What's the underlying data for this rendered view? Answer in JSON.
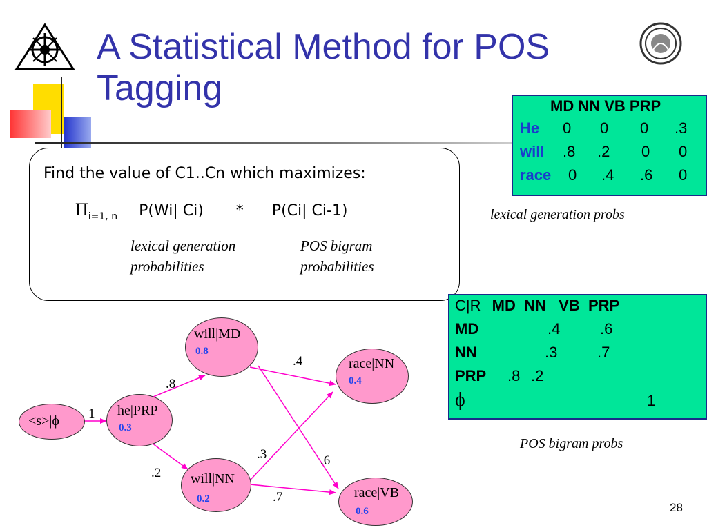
{
  "slide": {
    "title_line1": "A Statistical Method for POS",
    "title_line2": "Tagging",
    "page_number": "28"
  },
  "formula": {
    "intro": "Find the value of C1..Cn which maximizes:",
    "pi_symbol": "Π",
    "subscript": "i=1, n",
    "term1": "P(Wi| Ci)",
    "times": "*",
    "term2": "P(Ci| Ci-1)",
    "note1_line1": "lexical generation",
    "note1_line2": "probabilities",
    "note2_line1": "POS bigram",
    "note2_line2": "probabilities"
  },
  "lexical_table": {
    "header": "MD NN VB PRP",
    "rows": [
      {
        "word": "He",
        "values": [
          "0",
          "0",
          "0",
          ".3"
        ]
      },
      {
        "word": "will",
        "values": [
          ".8",
          ".2",
          "0",
          "0"
        ]
      },
      {
        "word": "race",
        "values": [
          "0",
          ".4",
          ".6",
          "0"
        ]
      }
    ],
    "caption": "lexical generation probs"
  },
  "bigram_table": {
    "corner": "C|R",
    "header": "MD  NN   VB  PRP",
    "rows": [
      {
        "tag": "MD",
        "values": [
          ".4",
          ".6"
        ]
      },
      {
        "tag": "NN",
        "values": [
          ".3",
          ".7"
        ]
      },
      {
        "tag": "PRP",
        "values": [
          ".8",
          ".2"
        ]
      },
      {
        "tag": "ϕ",
        "values": [
          "1"
        ]
      }
    ],
    "caption": "POS bigram probs"
  },
  "graph": {
    "nodes": [
      {
        "label": "<s>|ϕ",
        "prob": ""
      },
      {
        "label": "he|PRP",
        "prob": "0.3"
      },
      {
        "label": "will|MD",
        "prob": "0.8"
      },
      {
        "label": "will|NN",
        "prob": "0.2"
      },
      {
        "label": "race|NN",
        "prob": "0.4"
      },
      {
        "label": "race|VB",
        "prob": "0.6"
      }
    ],
    "edges": [
      ".8",
      "1",
      ".2",
      ".4",
      ".3",
      ".6",
      ".7"
    ]
  },
  "colors": {
    "title": "#3333aa",
    "table_bg": "#00e699",
    "node_fill": "#ff99cc",
    "edge": "#ff00cc",
    "word_blue": "#1a3ccc",
    "prob_blue": "#2244ee"
  }
}
